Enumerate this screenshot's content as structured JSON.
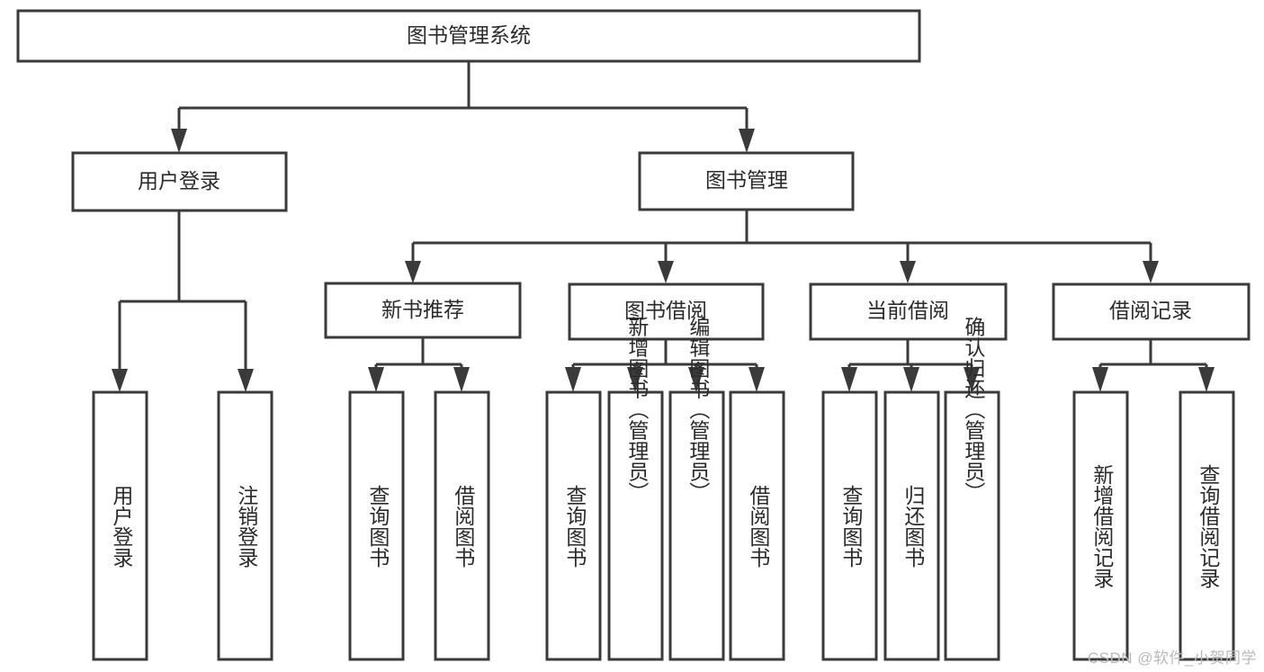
{
  "diagram": {
    "title": "图书管理系统",
    "type": "tree",
    "watermark": "CSDN @软件_小贺同学",
    "colors": {
      "stroke": "#3a3a3a",
      "fill": "#ffffff",
      "text": "#2b2b2b",
      "watermark": "#b9b9b9",
      "background": "#ffffff"
    },
    "nodes": {
      "root": {
        "label": "图书管理系统"
      },
      "level2": [
        {
          "id": "user-login",
          "label": "用户登录"
        },
        {
          "id": "book-manage",
          "label": "图书管理"
        }
      ],
      "level3": [
        {
          "id": "new-book-recommend",
          "label": "新书推荐"
        },
        {
          "id": "book-borrow",
          "label": "图书借阅"
        },
        {
          "id": "current-borrow",
          "label": "当前借阅"
        },
        {
          "id": "borrow-record",
          "label": "借阅记录"
        }
      ],
      "leaves": {
        "user-login": [
          {
            "id": "leaf-user-login",
            "label": "用户登录"
          },
          {
            "id": "leaf-logout-login",
            "label": "注销登录"
          }
        ],
        "new-book-recommend": [
          {
            "id": "leaf-query-book-1",
            "label": "查询图书"
          },
          {
            "id": "leaf-borrow-book-1",
            "label": "借阅图书"
          }
        ],
        "book-borrow": [
          {
            "id": "leaf-query-book-2",
            "label": "查询图书"
          },
          {
            "id": "leaf-add-book-admin",
            "label": "新增图书（管理员）"
          },
          {
            "id": "leaf-edit-book-admin",
            "label": "编辑图书（管理员）"
          },
          {
            "id": "leaf-borrow-book-2",
            "label": "借阅图书"
          }
        ],
        "current-borrow": [
          {
            "id": "leaf-query-book-3",
            "label": "查询图书"
          },
          {
            "id": "leaf-return-book",
            "label": "归还图书"
          },
          {
            "id": "leaf-confirm-return-admin",
            "label": "确认归还（管理员）"
          }
        ],
        "borrow-record": [
          {
            "id": "leaf-add-borrow-record",
            "label": "新增借阅记录"
          },
          {
            "id": "leaf-query-borrow-record",
            "label": "查询借阅记录"
          }
        ]
      }
    }
  }
}
